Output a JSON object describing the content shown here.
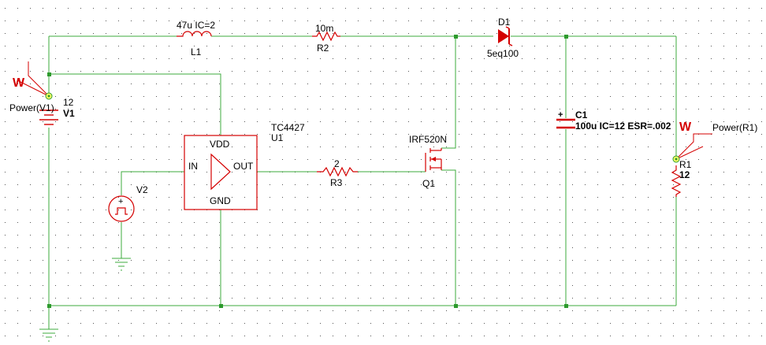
{
  "colors": {
    "wire": "#3cab3c",
    "component": "#d40000",
    "probe": "#d40000",
    "grid_dot": "#555555",
    "junction": "#2d9a2d",
    "background": "#ffffff"
  },
  "components": {
    "L1": {
      "ref": "L1",
      "value": "47u IC=2"
    },
    "R2": {
      "ref": "R2",
      "value": "10m"
    },
    "D1": {
      "ref": "D1",
      "value": "5eq100"
    },
    "C1": {
      "ref": "C1",
      "value": "100u IC=12 ESR=.002",
      "plus": "+"
    },
    "R1": {
      "ref": "R1",
      "value": "12"
    },
    "R3": {
      "ref": "R3",
      "value": "2"
    },
    "Q1": {
      "ref": "Q1",
      "value": "IRF520N"
    },
    "U1": {
      "ref": "U1",
      "value": "TC4427",
      "pins": {
        "vdd": "VDD",
        "gnd": "GND",
        "in": "IN",
        "out": "OUT"
      }
    },
    "V1": {
      "ref": "V1",
      "value": "12"
    },
    "V2": {
      "ref": "V2",
      "plus": "+"
    }
  },
  "probes": {
    "v1_power": {
      "symbol": "W",
      "label": "Power(V1)"
    },
    "r1_power": {
      "symbol": "W",
      "label": "Power(R1)"
    }
  }
}
